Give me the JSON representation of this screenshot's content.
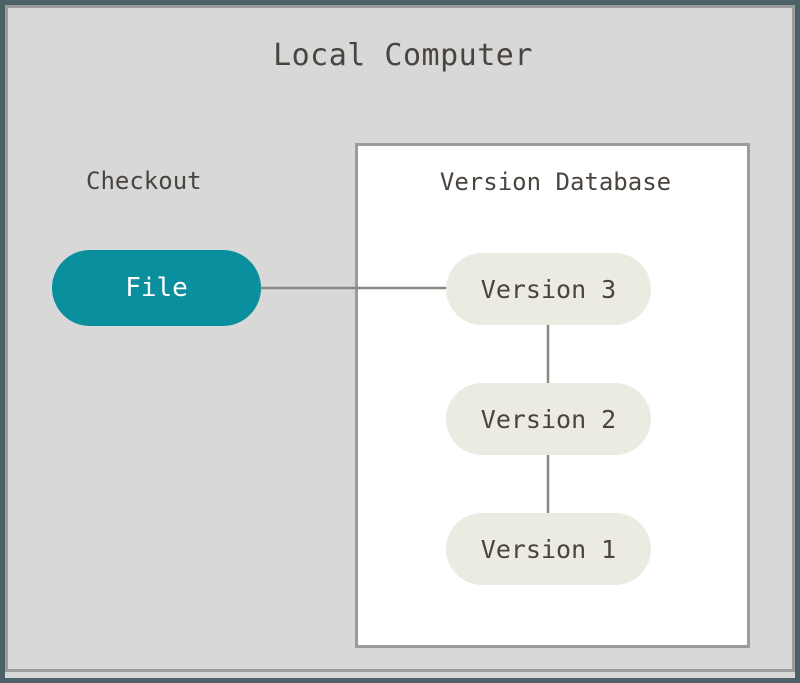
{
  "diagram": {
    "title": "Local Computer",
    "type": "version-control-concept-diagram",
    "colors": {
      "outer_frame_border": "#4d6169",
      "local_computer_background": "#d8d8d8",
      "local_computer_border": "#9c9c9c",
      "panel_background": "#ffffff",
      "panel_border": "#9c9c9c",
      "file_node_fill": "#0a8f9e",
      "file_node_text": "#ffffff",
      "version_node_fill": "#ecebe1",
      "version_node_text": "#4a443f",
      "connector_line": "#8c8880",
      "label_text": "#4a443f"
    },
    "areas": {
      "checkout": {
        "label": "Checkout",
        "node": {
          "id": "file",
          "label": "File"
        }
      },
      "version_database": {
        "label": "Version Database",
        "nodes": [
          {
            "id": "version-3",
            "label": "Version 3"
          },
          {
            "id": "version-2",
            "label": "Version 2"
          },
          {
            "id": "version-1",
            "label": "Version 1"
          }
        ]
      }
    },
    "connections": [
      {
        "from": "file",
        "to": "version-3",
        "orientation": "horizontal"
      },
      {
        "from": "version-3",
        "to": "version-2",
        "orientation": "vertical"
      },
      {
        "from": "version-2",
        "to": "version-1",
        "orientation": "vertical"
      }
    ]
  }
}
